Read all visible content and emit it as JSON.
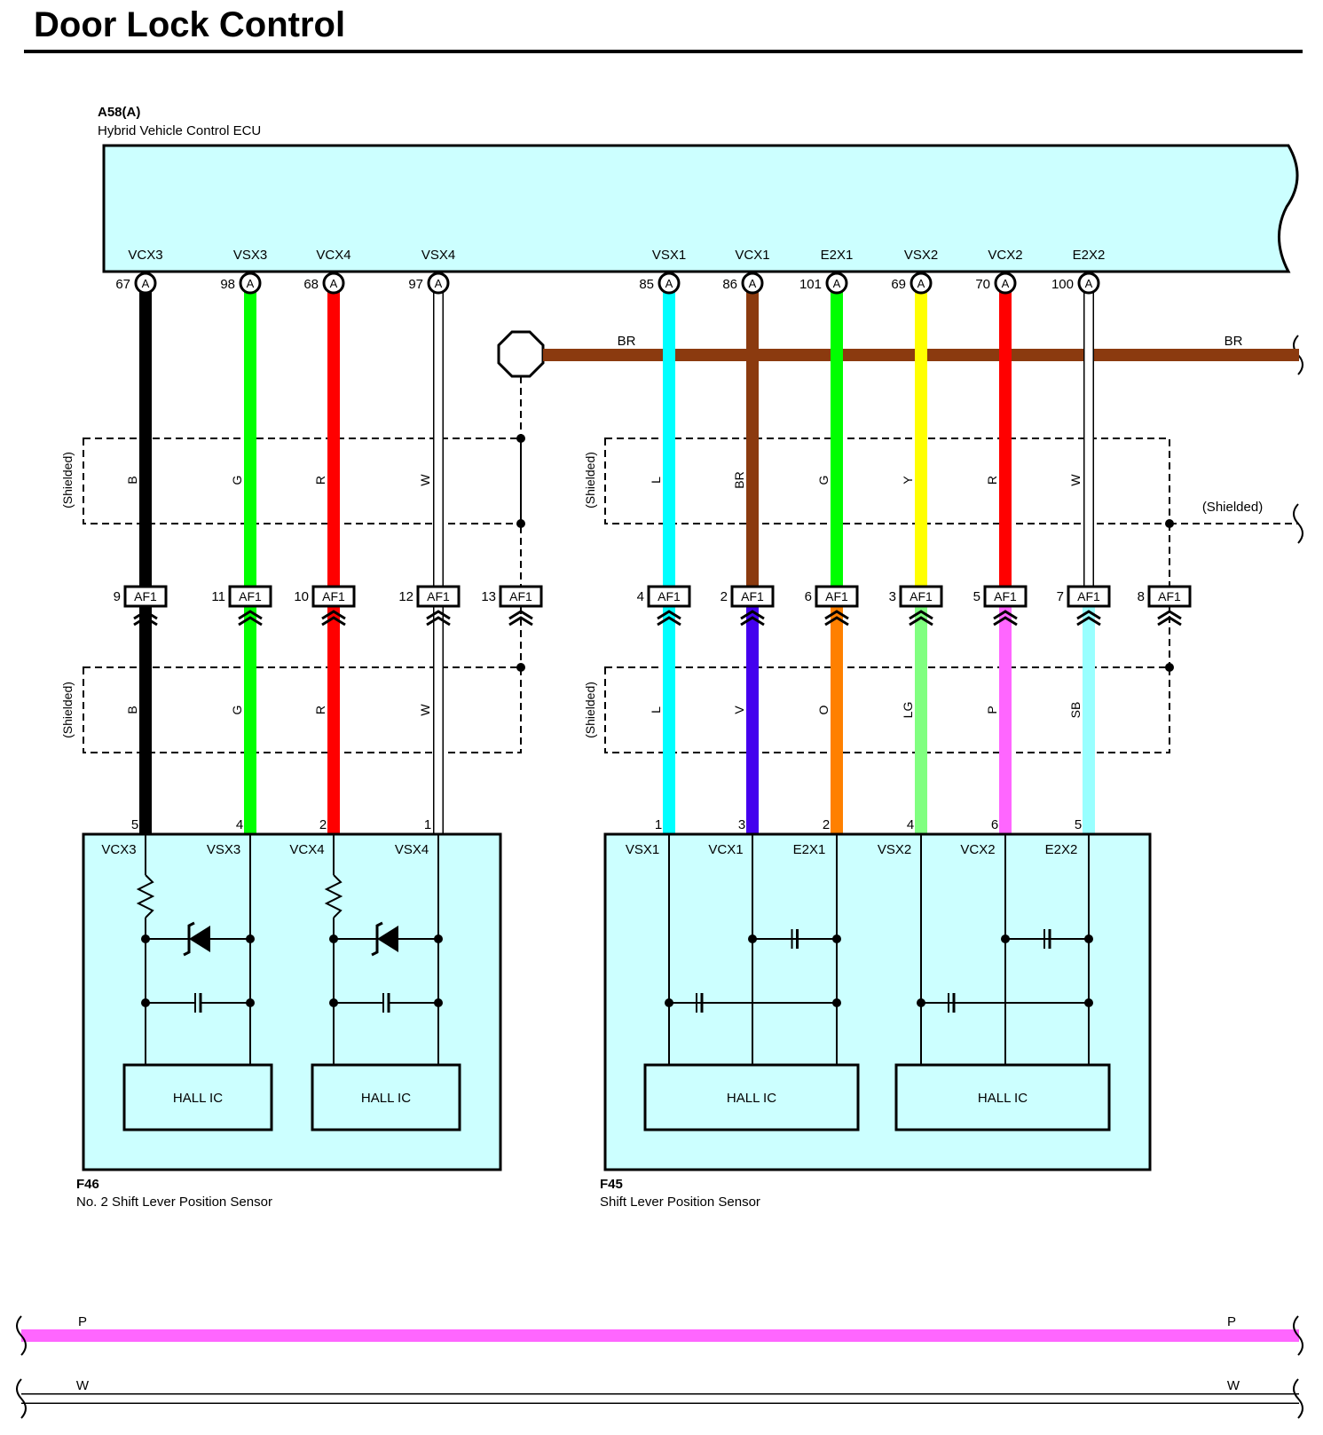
{
  "title": "Door Lock Control",
  "ecu": {
    "code": "A58(A)",
    "name": "Hybrid Vehicle Control ECU",
    "connector_letter": "A",
    "terminals": [
      {
        "name": "VCX3",
        "pin": "67"
      },
      {
        "name": "VSX3",
        "pin": "98"
      },
      {
        "name": "VCX4",
        "pin": "68"
      },
      {
        "name": "VSX4",
        "pin": "97"
      },
      {
        "name": "VSX1",
        "pin": "85"
      },
      {
        "name": "VCX1",
        "pin": "86"
      },
      {
        "name": "E2X1",
        "pin": "101"
      },
      {
        "name": "VSX2",
        "pin": "69"
      },
      {
        "name": "VCX2",
        "pin": "70"
      },
      {
        "name": "E2X2",
        "pin": "100"
      }
    ]
  },
  "junction": {
    "name": "AF1",
    "pins": [
      "9",
      "11",
      "10",
      "12",
      "13",
      "4",
      "2",
      "6",
      "3",
      "5",
      "7",
      "8"
    ]
  },
  "wire_colors_upper": [
    "B",
    "G",
    "R",
    "W",
    "L",
    "BR",
    "G",
    "Y",
    "R",
    "W"
  ],
  "wire_colors_lower": [
    "B",
    "G",
    "R",
    "W",
    "L",
    "V",
    "O",
    "LG",
    "P",
    "SB"
  ],
  "shield_label": "(Shielded)",
  "ground_wire_label": "BR",
  "sensor_f46": {
    "code": "F46",
    "name": "No.  2 Shift Lever Position Sensor",
    "pins": [
      "5",
      "4",
      "2",
      "1"
    ],
    "terminals": [
      "VCX3",
      "VSX3",
      "VCX4",
      "VSX4"
    ],
    "ic_labels": [
      "HALL IC",
      "HALL IC"
    ]
  },
  "sensor_f45": {
    "code": "F45",
    "name": "Shift Lever Position Sensor",
    "pins": [
      "1",
      "3",
      "2",
      "4",
      "6",
      "5"
    ],
    "terminals": [
      "VSX1",
      "VCX1",
      "E2X1",
      "VSX2",
      "VCX2",
      "E2X2"
    ],
    "ic_labels": [
      "HALL IC",
      "HALL IC"
    ]
  },
  "bottom_wires": [
    {
      "label": "P"
    },
    {
      "label": "W"
    }
  ],
  "colors": {
    "component_fill": "#ccffff",
    "B": "#000000",
    "G": "#00ff00",
    "R": "#ff0000",
    "W": "#ffffff",
    "L": "#00ffff",
    "BR": "#8b3a0f",
    "Y": "#ffff00",
    "V": "#4400ee",
    "O": "#ff8000",
    "LG": "#80ff80",
    "P": "#ff66ff",
    "SB": "#99ffff"
  }
}
